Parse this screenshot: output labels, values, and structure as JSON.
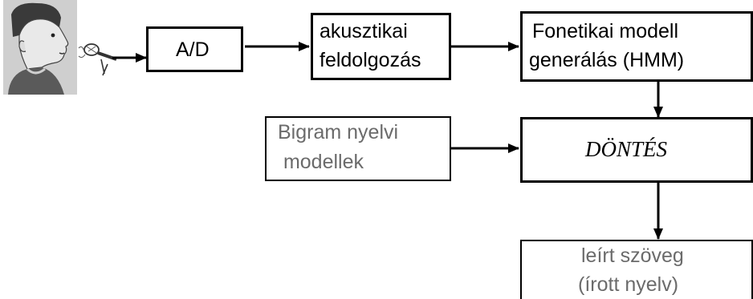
{
  "diagram": {
    "boxes": {
      "ad": {
        "label": "A/D"
      },
      "akusztikai": {
        "line1": "akusztikai",
        "line2": "feldolgozás"
      },
      "fonetikai": {
        "line1": "Fonetikai modell",
        "line2": "generálás (HMM)"
      },
      "bigram": {
        "line1": "Bigram nyelvi",
        "line2": " modellek"
      },
      "dontes": {
        "label": "DÖNTÉS"
      },
      "leirt": {
        "line1": "leírt szöveg",
        "line2": "(írott nyelv)"
      }
    },
    "colors": {
      "stroke": "#000000",
      "muted_text": "#6b6b6b",
      "background": "#ffffff"
    },
    "icons": {
      "speaker": "person-speaking-icon",
      "microphone": "microphone-icon"
    }
  }
}
